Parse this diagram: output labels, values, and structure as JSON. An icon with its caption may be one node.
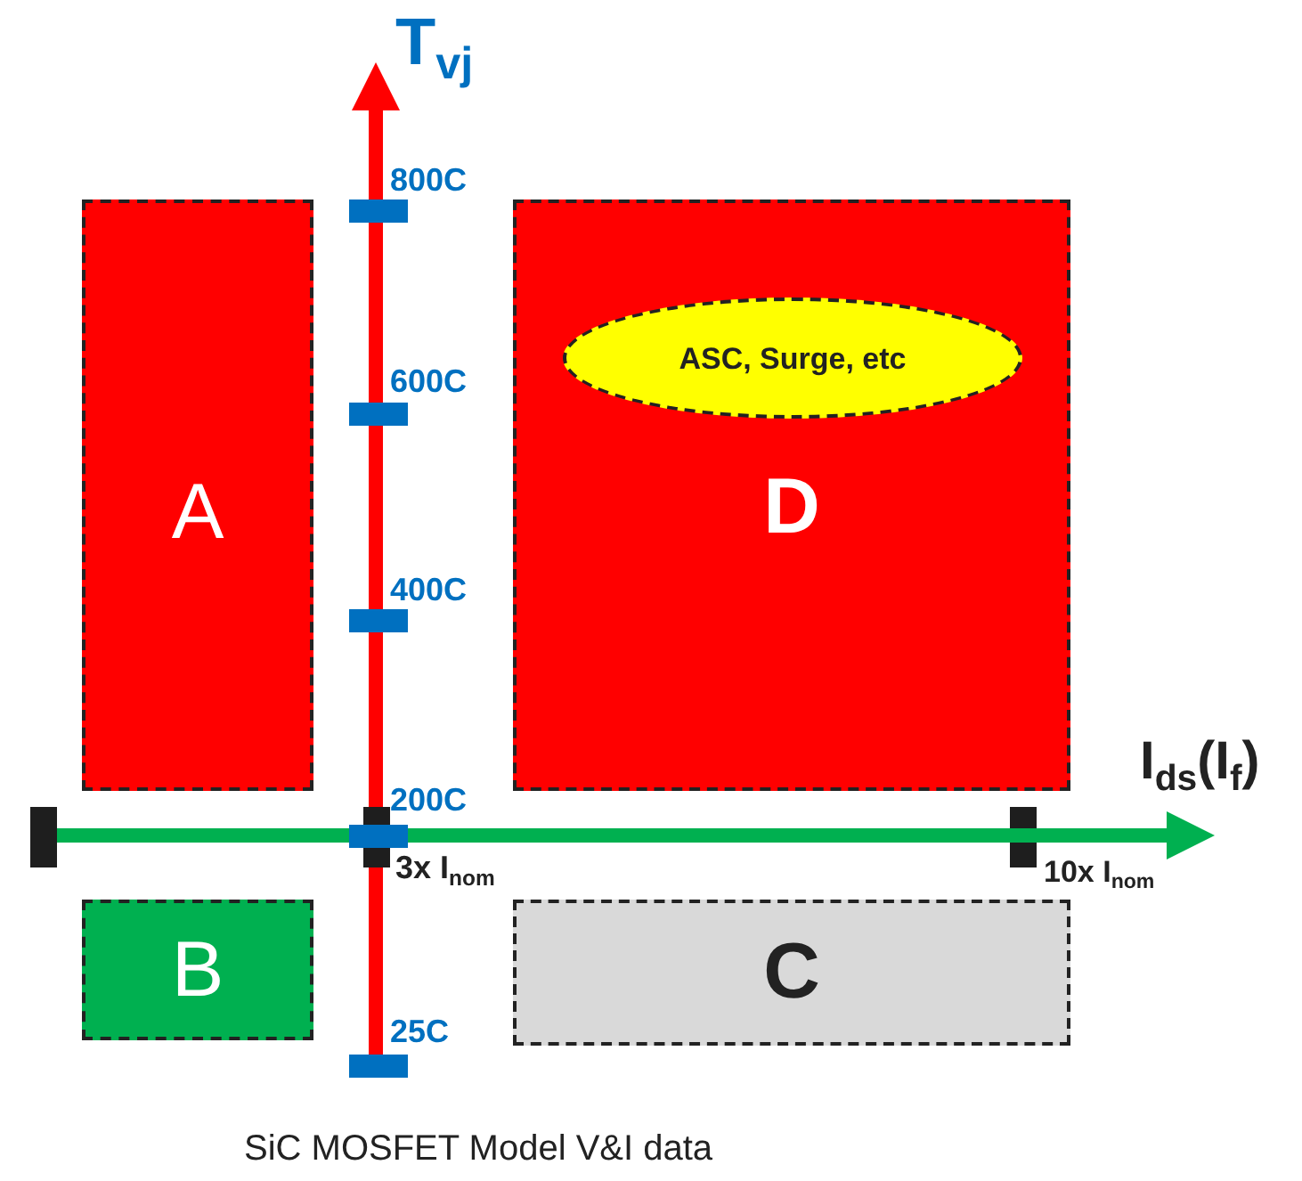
{
  "diagram": {
    "caption": "SiC MOSFET Model V&I data",
    "nodes": [
      {
        "text": [
          "A"
        ]
      },
      {
        "text": [
          "D"
        ]
      },
      {
        "text": [
          "ASC, Surge, etc"
        ],
        "in": 1
      },
      {
        "text": [
          "B"
        ]
      },
      {
        "text": [
          "C"
        ]
      }
    ],
    "labels": [
      "T$_{vj}$",
      "800C",
      "600C",
      "400C",
      "200C",
      "I$_{ds}$(I$_{f}$)",
      "3x I$_{nom}$",
      "10x I$_{nom}$",
      "25C"
    ]
  }
}
